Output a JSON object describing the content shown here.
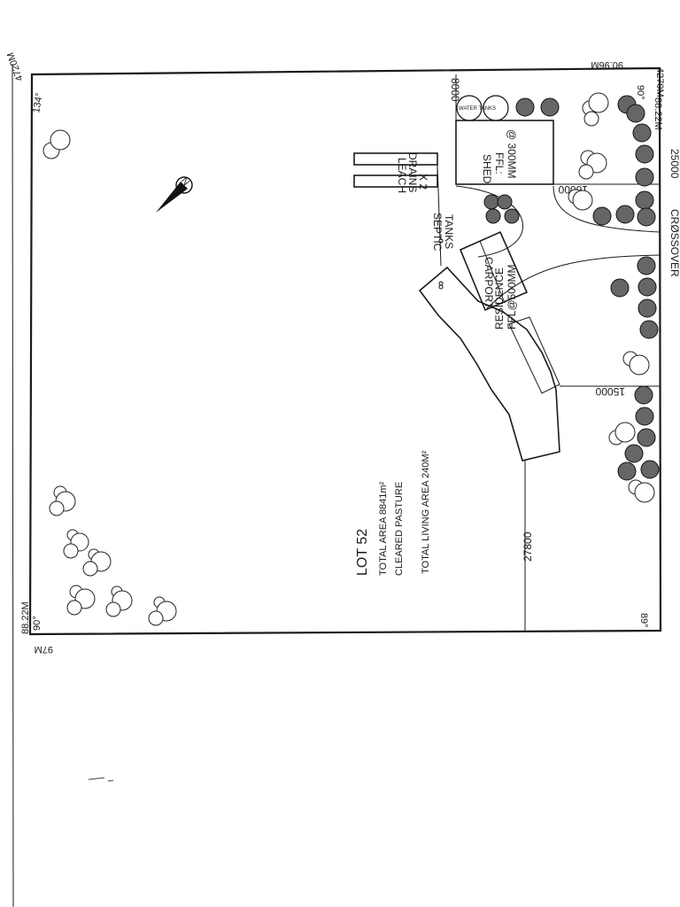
{
  "lot": {
    "name": "LOT 52",
    "total_area": "TOTAL AREA 8841m²",
    "land_use": "CLEARED PASTURE",
    "living_area": "TOTAL LIVING AREA 240M²"
  },
  "boundaries": {
    "top_length": "90.96M",
    "top_left_length": "4720M",
    "top_right_length": "4270M",
    "left_length": "88.22M",
    "left_bottom_length": "97M",
    "right_length": "88.22M",
    "left_top_angle": "134°",
    "left_bottom_angle": "90°",
    "right_top_angle": "90°",
    "right_bottom_angle": "89°"
  },
  "structures": {
    "residence": "RESIDENCE",
    "residence_ffl": "FFL@500MM",
    "carport": "CARPORT",
    "shed": "SHED",
    "shed_ffl": "FFL:",
    "shed_ffl_value": "@ 300MM",
    "water_tanks": "WATER TANKS",
    "leach_drains_1": "LEACH",
    "leach_drains_2": "DRAINS",
    "leach_drains_3": "X 2",
    "septic_1": "SEPTIC",
    "septic_2": "TANKS"
  },
  "dimensions": {
    "d8000": "8000",
    "d16000": "16000",
    "d15000": "15000",
    "d27800": "27800",
    "d25000": "25000"
  },
  "access": {
    "crossover": "CRØSSOVER"
  },
  "north_arrow": {
    "label": "N",
    "icon": "north-arrow-icon"
  }
}
